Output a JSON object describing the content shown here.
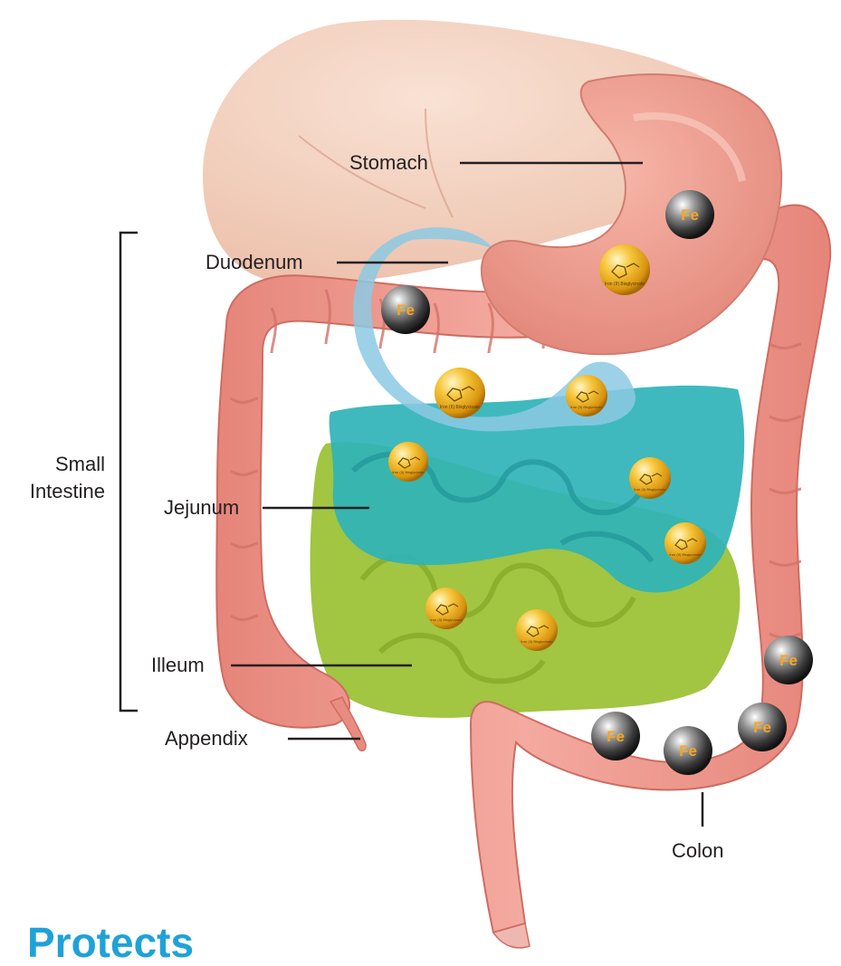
{
  "labels": {
    "stomach": "Stomach",
    "duodenum": "Duodenum",
    "small_intestine": "Small\nIntestine",
    "jejunum": "Jejunum",
    "illeum": "Illeum",
    "appendix": "Appendix",
    "colon": "Colon"
  },
  "headline": "Protects",
  "badges": {
    "iron": "Fe",
    "molecule_caption": "Iron (II) Bisglycinate"
  },
  "colors": {
    "colon": "#ef9a8f",
    "colon_dark": "#d9776c",
    "stomach": "#f0a092",
    "liver": "#f1c6b1",
    "duodenum": "#8cc9e3",
    "jejunum": "#2fb3b9",
    "ileum": "#98bf2e",
    "headline": "#1fa2d8",
    "label_text": "#231f20",
    "gold": "#f2b41c"
  }
}
